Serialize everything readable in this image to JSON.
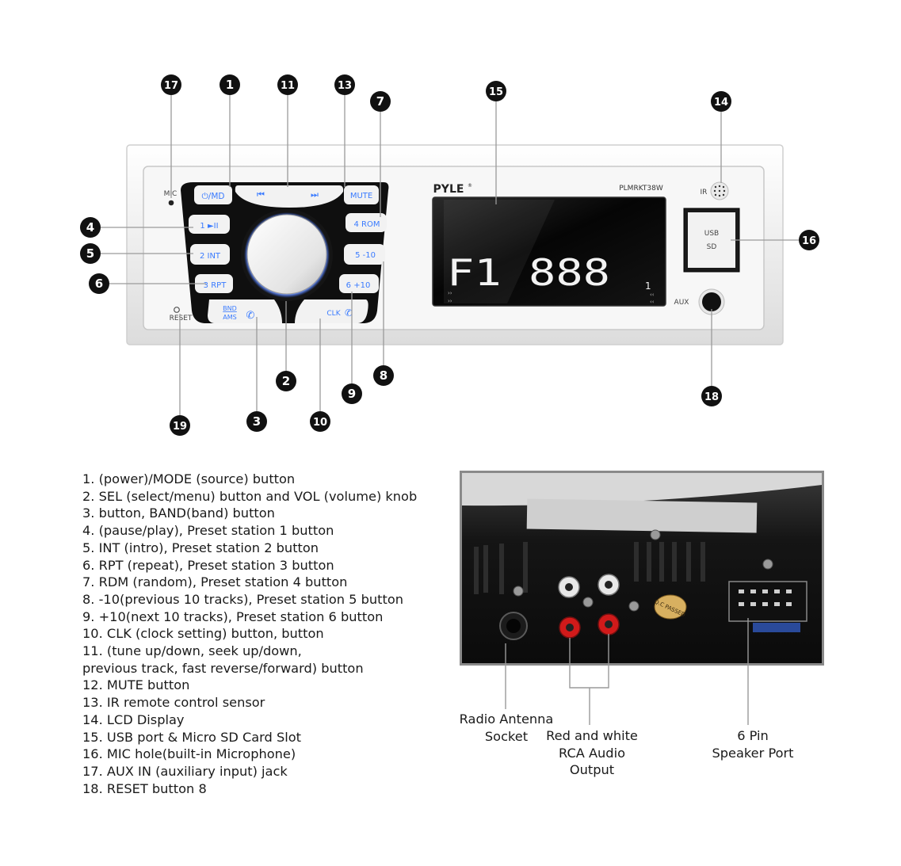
{
  "front": {
    "brand": "PYLE",
    "brand_mark": "®",
    "model": "PLMRKT38W",
    "mic_label": "MIC",
    "ir_label": "IR",
    "reset_label": "RESET",
    "aux_label": "AUX",
    "usb_label": "USB",
    "sd_label": "SD",
    "display_text": "F1 888",
    "display_flag": "1",
    "buttons": {
      "power_mode": "⏻/MD",
      "prev": "⏮",
      "next": "⏭",
      "mute": "MUTE",
      "preset1": "1 ►II",
      "preset2": "2 INT",
      "preset3": "3 RPT",
      "preset4": "4 ROM",
      "preset5": "5 -10",
      "preset6": "6 +10",
      "band_top": "BND",
      "band_bottom": "AMS",
      "clk": "CLK"
    },
    "icons": [
      "power-icon",
      "prev-track-icon",
      "next-track-icon",
      "phone-icon",
      "speaker-grille-icon"
    ]
  },
  "callouts": [
    "17",
    "1",
    "11",
    "13",
    "7",
    "15",
    "14",
    "4",
    "5",
    "6",
    "16",
    "2",
    "8",
    "9",
    "3",
    "10",
    "19",
    "18"
  ],
  "legend": [
    "1. (power)/MODE (source) button",
    "2. SEL (select/menu) button and VOL (volume) knob",
    "3. button, BAND(band) button",
    "4. (pause/play), Preset station 1 button",
    "5. INT (intro), Preset station 2 button",
    "6. RPT (repeat), Preset station 3 button",
    "7. RDM (random), Preset station 4 button",
    "8. -10(previous 10 tracks), Preset station 5 button",
    "9. +10(next 10 tracks), Preset station 6 button",
    "10. CLK (clock setting) button, button",
    "11. (tune up/down, seek up/down,",
    "previous track, fast reverse/forward) button",
    "12. MUTE button",
    "13. IR remote control sensor",
    "14. LCD Display",
    "15. USB port & Micro SD Card Slot",
    "16. MIC hole(built-in Microphone)",
    "17. AUX IN (auxiliary input) jack",
    "18. RESET button 8"
  ],
  "rear": {
    "passed_label": "Q.C PASSED",
    "antenna": [
      "Radio Antenna",
      "Socket"
    ],
    "rca": [
      "Red and white",
      "RCA Audio",
      "Output"
    ],
    "speaker": [
      "6 Pin",
      "Speaker Port"
    ]
  },
  "colors": {
    "button_text": "#3a7bff",
    "display_bg": "#0a0a0a",
    "display_seg": "#f2f2f2",
    "callout_fill": "#111111",
    "faceplate": "#f4f4f4"
  }
}
